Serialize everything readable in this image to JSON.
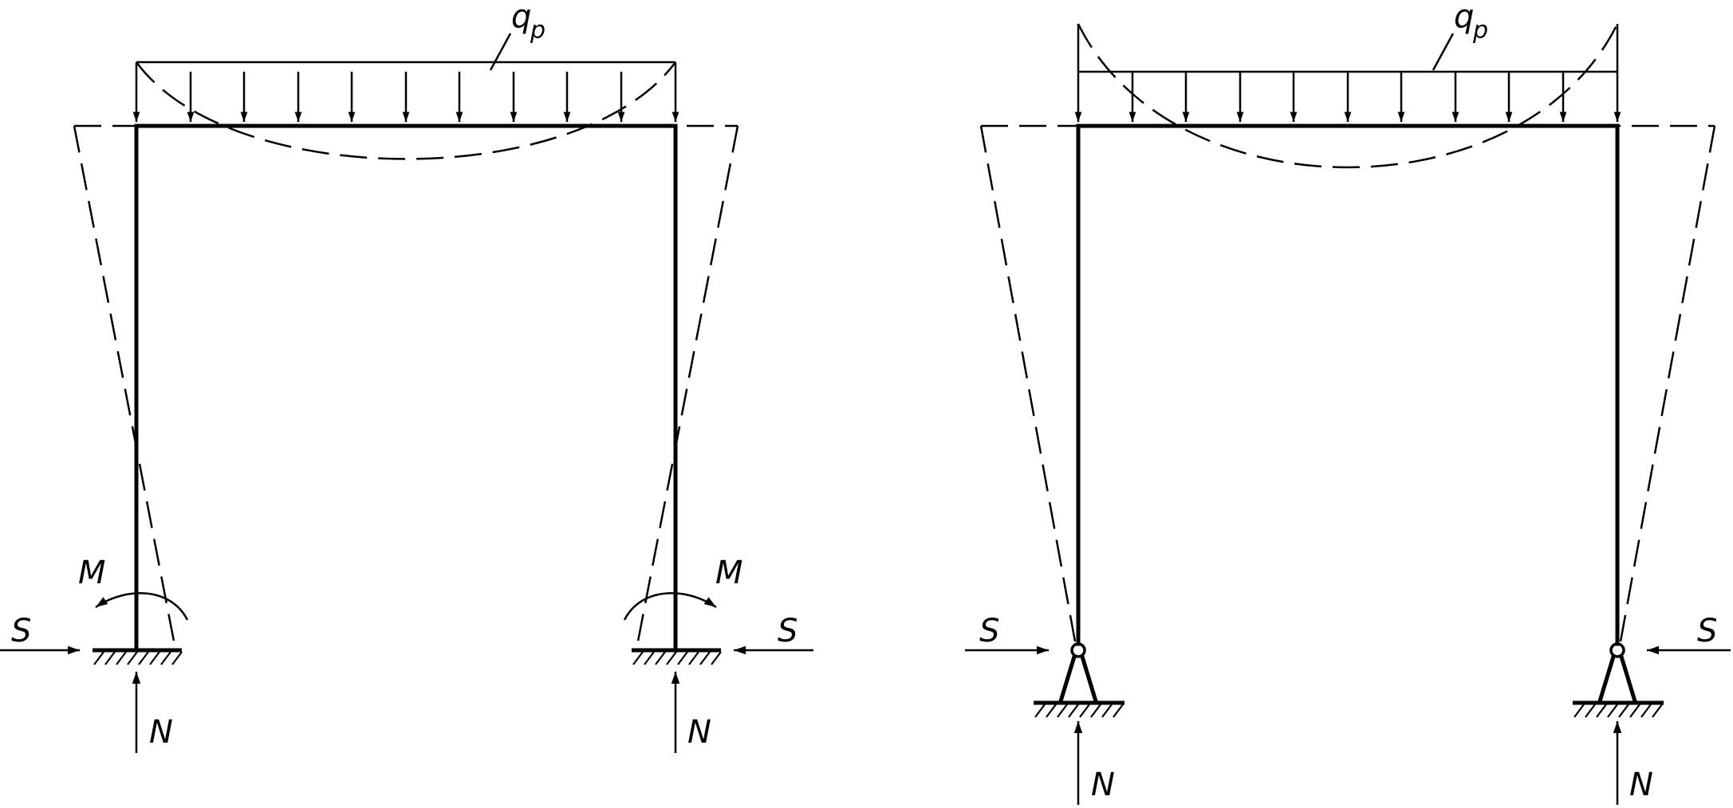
{
  "diagrams": [
    {
      "id": "fixed",
      "labels": {
        "load": "q",
        "load_sub": "p",
        "moment_left": "M",
        "moment_right": "M",
        "shear_left": "S",
        "shear_right": "S",
        "normal_left": "N",
        "normal_right": "N"
      }
    },
    {
      "id": "pinned",
      "labels": {
        "load": "q",
        "load_sub": "p",
        "shear_left": "S",
        "shear_right": "S",
        "normal_left": "N",
        "normal_right": "N"
      }
    }
  ],
  "colors": {
    "stroke": "#000000",
    "background": "#ffffff"
  }
}
